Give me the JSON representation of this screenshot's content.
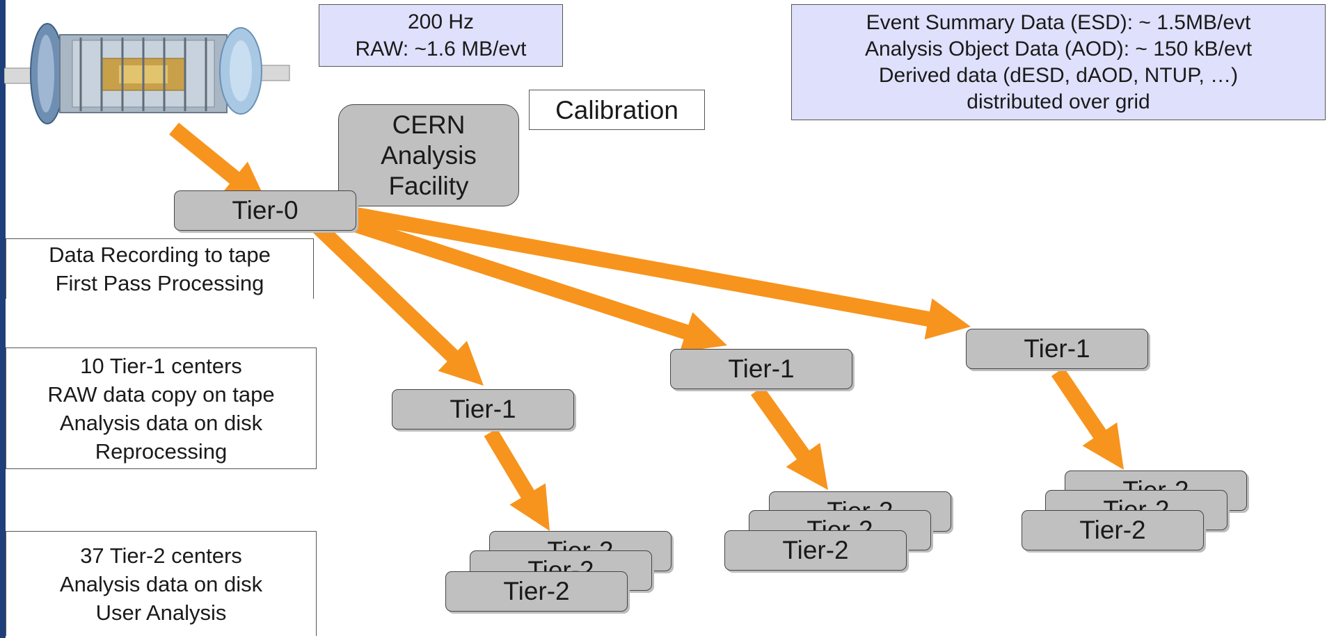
{
  "rate_box": {
    "lines": [
      "200 Hz",
      "RAW: ~1.6 MB/evt"
    ]
  },
  "data_formats_box": {
    "lines": [
      "Event Summary Data (ESD): ~ 1.5MB/evt",
      "Analysis Object Data (AOD): ~ 150 kB/evt",
      "Derived data (dESD, dAOD, NTUP, …)",
      "distributed over grid"
    ]
  },
  "calibration_label": "Calibration",
  "cern_facility": {
    "lines": [
      "CERN",
      "Analysis",
      "Facility"
    ]
  },
  "tier0_label": "Tier-0",
  "tier0_note": {
    "lines": [
      "Data Recording to tape",
      "First Pass Processing"
    ]
  },
  "tier1_note": {
    "lines": [
      "10 Tier-1 centers",
      "RAW data copy on tape",
      "Analysis data on disk",
      "Reprocessing"
    ]
  },
  "tier2_note": {
    "lines": [
      "37 Tier-2 centers",
      "Analysis data on disk",
      "User Analysis"
    ]
  },
  "tier1_label": "Tier-1",
  "tier2_label": "Tier-2",
  "colors": {
    "arrow": "#f7941d",
    "box_fill": "#c0c0c0",
    "box_border": "#444444",
    "note_blue": "#dfe0fb",
    "accent_bar": "#1f3f7a"
  },
  "icons": {
    "detector": "atlas-detector-icon"
  }
}
